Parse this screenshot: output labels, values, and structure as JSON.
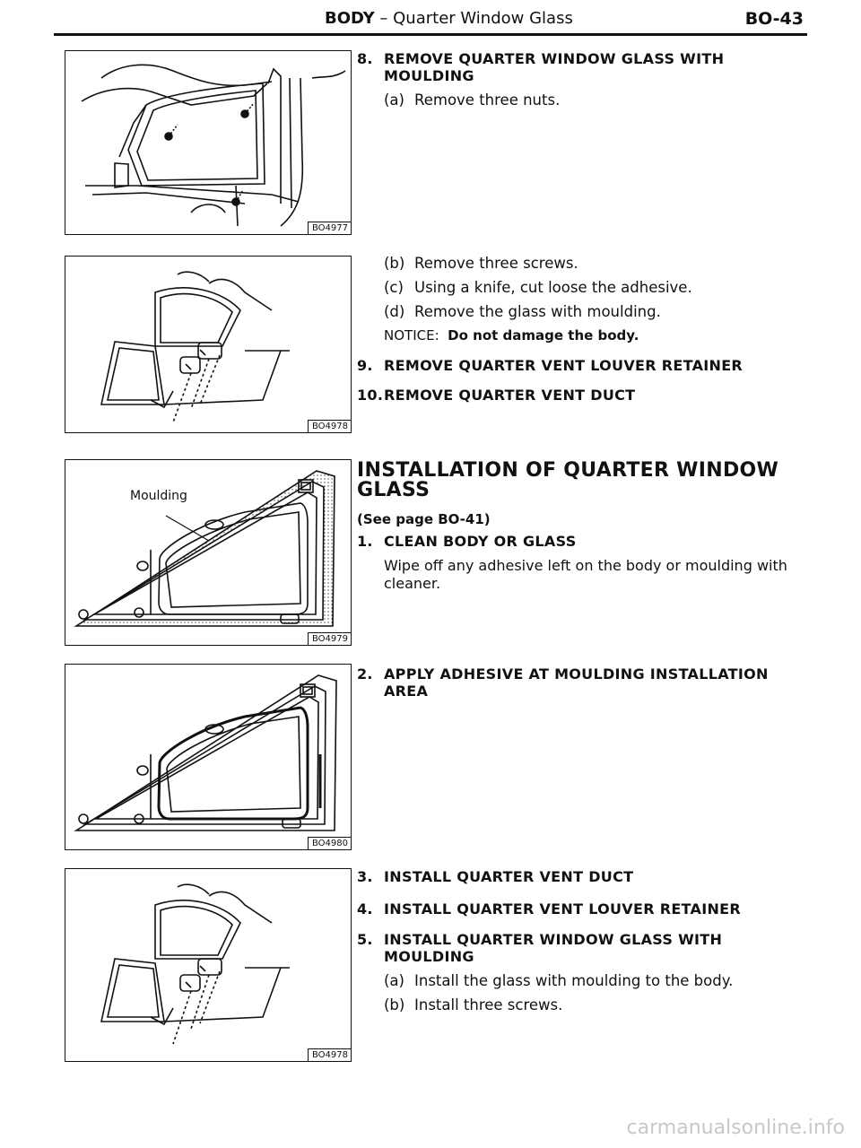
{
  "header": {
    "section": "BODY",
    "dash": " – ",
    "title": "Quarter Window Glass",
    "page": "BO-43"
  },
  "figures": [
    {
      "code": "BO4977"
    },
    {
      "code": "BO4978"
    },
    {
      "code": "BO4979",
      "label": "Moulding"
    },
    {
      "code": "BO4980"
    },
    {
      "code": "BO4978"
    }
  ],
  "removal": {
    "step8": {
      "num": "8.",
      "title_line1": "REMOVE QUARTER WINDOW GLASS WITH",
      "title_line2": "MOULDING",
      "a": {
        "tag": "(a)",
        "text": "Remove three nuts."
      },
      "b": {
        "tag": "(b)",
        "text": "Remove three screws."
      },
      "c": {
        "tag": "(c)",
        "text": "Using a knife, cut loose the adhesive."
      },
      "d": {
        "tag": "(d)",
        "text": "Remove the glass with moulding."
      },
      "notice_label": "NOTICE:",
      "notice_text": "Do not damage the body."
    },
    "step9": {
      "num": "9.",
      "title": "REMOVE QUARTER VENT LOUVER RETAINER"
    },
    "step10": {
      "num": "10.",
      "title": "REMOVE QUARTER VENT DUCT"
    }
  },
  "installation": {
    "title_line1": "INSTALLATION OF QUARTER WINDOW",
    "title_line2": "GLASS",
    "ref": "(See page BO-41)",
    "step1": {
      "num": "1.",
      "title": "CLEAN BODY OR GLASS",
      "text_line1": "Wipe off any adhesive left on the body or moulding with",
      "text_line2": "cleaner."
    },
    "step2": {
      "num": "2.",
      "title_line1": "APPLY ADHESIVE AT MOULDING INSTALLATION",
      "title_line2": "AREA"
    },
    "step3": {
      "num": "3.",
      "title": "INSTALL QUARTER VENT DUCT"
    },
    "step4": {
      "num": "4.",
      "title": "INSTALL QUARTER VENT LOUVER RETAINER"
    },
    "step5": {
      "num": "5.",
      "title_line1": "INSTALL QUARTER WINDOW GLASS WITH",
      "title_line2": "MOULDING",
      "a": {
        "tag": "(a)",
        "text": "Install the glass with moulding to the body."
      },
      "b": {
        "tag": "(b)",
        "text": "Install three screws."
      }
    }
  },
  "watermark": "carmanualsonline.info"
}
